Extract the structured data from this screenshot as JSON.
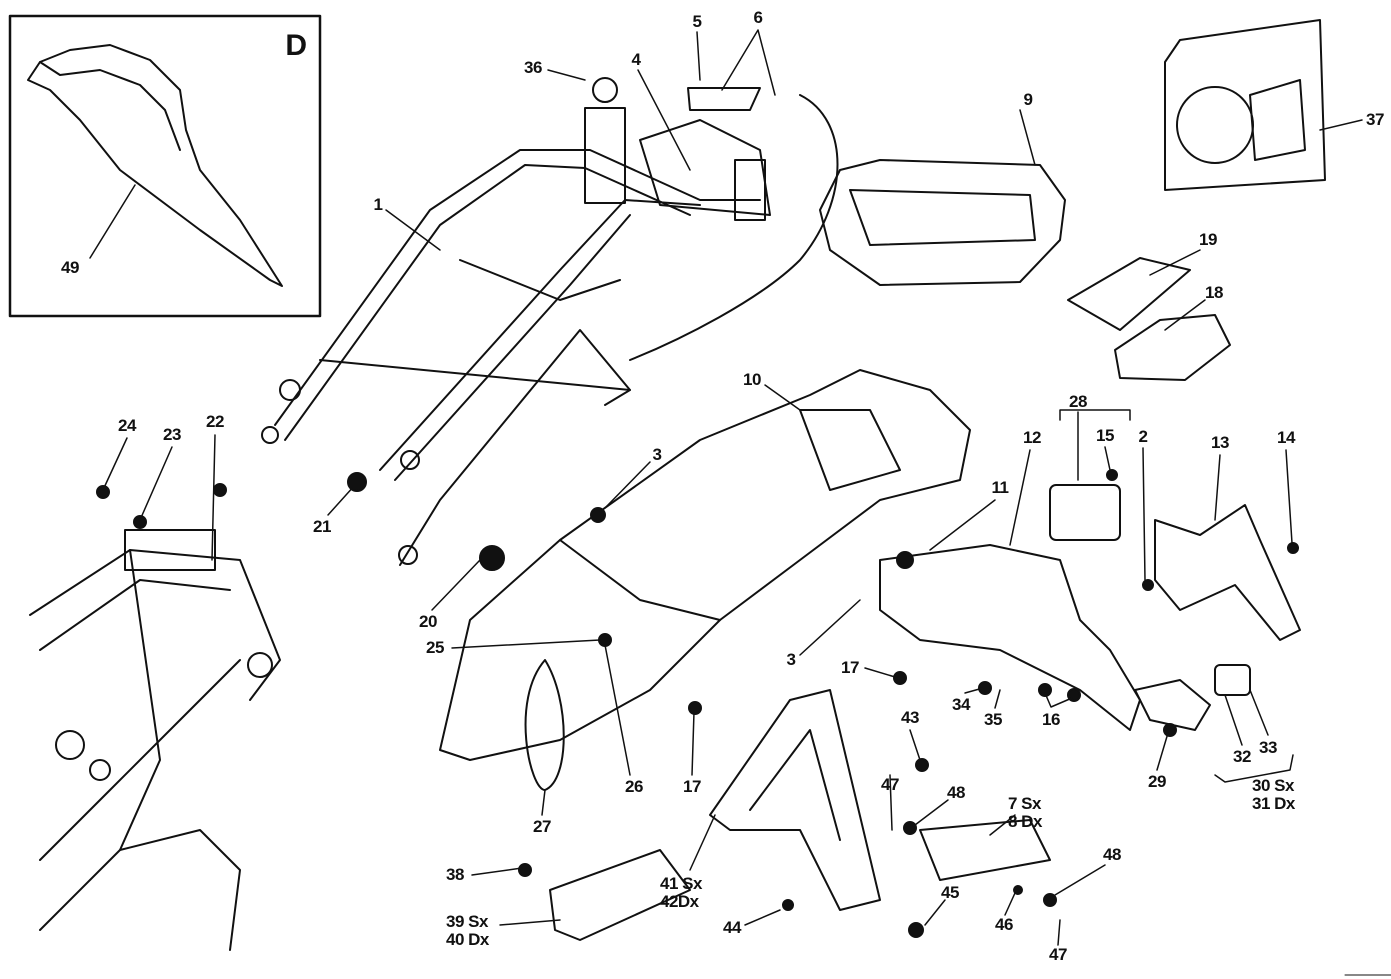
{
  "title": "Rear frame, seat and footrest exploded parts diagram",
  "inset": {
    "letter": "D",
    "part": "49"
  },
  "callouts": {
    "p36": "36",
    "p4": "4",
    "p5": "5",
    "p6": "6",
    "p1": "1",
    "p9": "9",
    "p37": "37",
    "p19": "19",
    "p18": "18",
    "p10": "10",
    "p28": "28",
    "p15": "15",
    "p2": "2",
    "p12": "12",
    "p13": "13",
    "p14": "14",
    "p24": "24",
    "p23": "23",
    "p22": "22",
    "p3a": "3",
    "p11": "11",
    "p21": "21",
    "p20": "20",
    "p25": "25",
    "p3b": "3",
    "p17a": "17",
    "p34": "34",
    "p35": "35",
    "p16": "16",
    "p43": "43",
    "p29": "29",
    "p32": "32",
    "p33": "33",
    "p30": "30 Sx",
    "p31": "31 Dx",
    "p47a": "47",
    "p48a": "48",
    "p7": "7 Sx",
    "p8": "8 Dx",
    "p27": "27",
    "p26": "26",
    "p17b": "17",
    "p48b": "48",
    "p38": "38",
    "p41": "41 Sx",
    "p42": "42Dx",
    "p45": "45",
    "p39": "39 Sx",
    "p40": "40 Dx",
    "p44": "44",
    "p46": "46",
    "p47b": "47"
  }
}
